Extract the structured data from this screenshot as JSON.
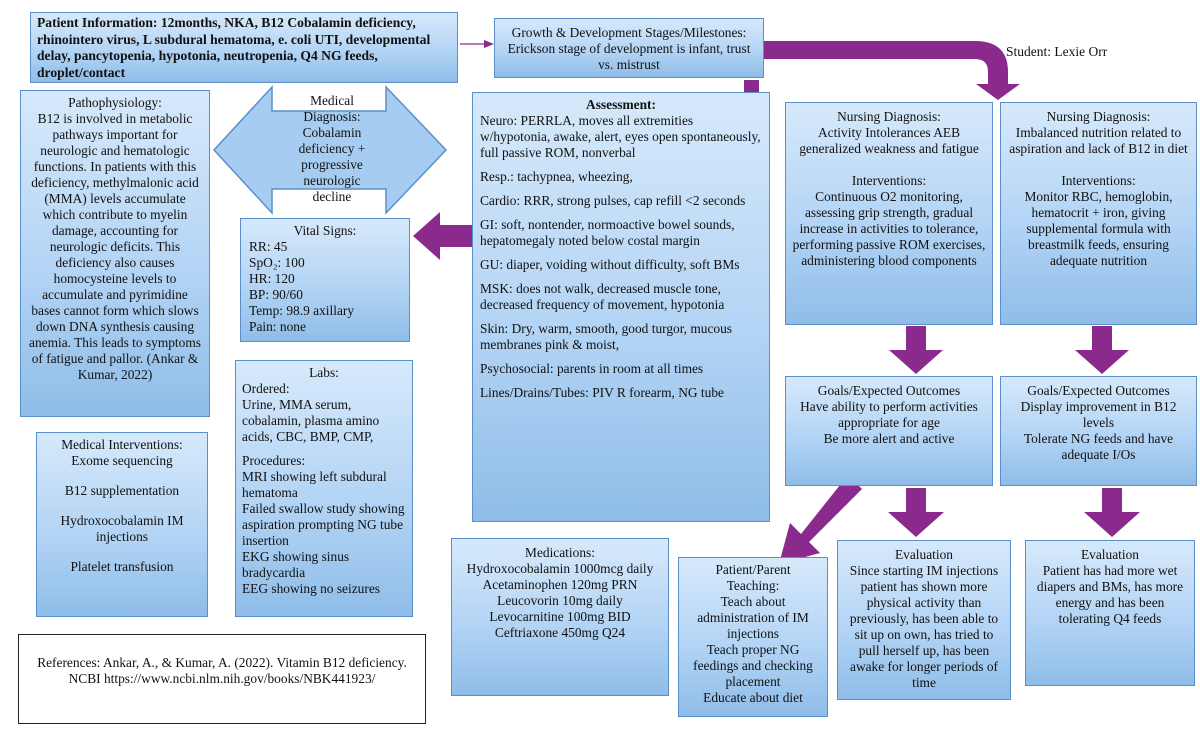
{
  "patient_info": "Patient Information: 12months, NKA, B12 Cobalamin deficiency, rhinointero virus, L subdural hematoma, e. coli UTI, developmental delay, pancytopenia, hypotonia, neutropenia, Q4 NG feeds, droplet/contact",
  "growth": {
    "title": "Growth & Development Stages/Milestones:",
    "text": "Erickson stage of development is infant, trust vs. mistrust"
  },
  "student": "Student: Lexie Orr",
  "pathophysiology": {
    "title": "Pathophysiology:",
    "text": "B12 is involved in metabolic pathways important for neurologic and hematologic functions. In patients with this deficiency, methylmalonic acid (MMA) levels accumulate which contribute to myelin damage, accounting for neurologic deficits. This deficiency also causes homocysteine levels to accumulate and pyrimidine bases cannot form which slows down DNA synthesis causing anemia. This leads to symptoms of fatigue and pallor. (Ankar & Kumar, 2022)"
  },
  "medical_diagnosis": "Medical Diagnosis: Cobalamin deficiency + progressive neurologic decline",
  "vital_signs": {
    "title": "Vital Signs:",
    "items": [
      "RR: 45",
      "SpO₂: 100",
      "HR: 120",
      "BP: 90/60",
      "Temp: 98.9 axillary",
      "Pain: none"
    ]
  },
  "labs": {
    "title": "Labs:",
    "ordered_label": "Ordered:",
    "ordered": "Urine, MMA serum, cobalamin, plasma amino acids, CBC, BMP, CMP,",
    "procedures_label": "Procedures:",
    "procedures": [
      "MRI showing left subdural hematoma",
      "Failed swallow study showing aspiration prompting NG tube insertion",
      "EKG showing sinus bradycardia",
      "EEG showing no seizures"
    ]
  },
  "medical_interventions": {
    "title": "Medical Interventions:",
    "items": [
      "Exome sequencing",
      "B12 supplementation",
      "Hydroxocobalamin IM injections",
      "Platelet transfusion"
    ]
  },
  "references": "References: Ankar, A., & Kumar, A. (2022). Vitamin B12 deficiency. NCBI https://www.ncbi.nlm.nih.gov/books/NBK441923/",
  "assessment": {
    "title": "Assessment:",
    "items": [
      "Neuro: PERRLA, moves all extremities w/hypotonia, awake, alert, eyes open spontaneously, full passive ROM, nonverbal",
      "Resp.: tachypnea, wheezing,",
      "Cardio: RRR, strong pulses, cap refill <2 seconds",
      "GI: soft, nontender, normoactive bowel sounds, hepatomegaly noted below costal margin",
      "GU: diaper, voiding without difficulty, soft BMs",
      "MSK: does not walk, decreased muscle tone, decreased frequency of movement, hypotonia",
      "Skin: Dry, warm, smooth, good turgor, mucous membranes pink & moist,",
      "Psychosocial: parents in room at all times",
      "Lines/Drains/Tubes: PIV R forearm, NG tube"
    ]
  },
  "medications": {
    "title": "Medications:",
    "items": [
      "Hydroxocobalamin 1000mcg daily",
      "Acetaminophen 120mg PRN",
      "Leucovorin 10mg daily",
      "Levocarnitine 100mg BID",
      "Ceftriaxone 450mg Q24"
    ]
  },
  "teaching": {
    "title": "Patient/Parent Teaching:",
    "items": [
      "Teach about administration of IM injections",
      "Teach proper NG feedings and checking placement",
      "Educate about diet"
    ]
  },
  "nd1": {
    "title": "Nursing Diagnosis:",
    "text": "Activity Intolerances AEB generalized weakness and fatigue",
    "interventions_label": "Interventions:",
    "interventions": "Continuous O2 monitoring, assessing grip strength, gradual increase in activities to tolerance, performing passive ROM exercises, administering blood components"
  },
  "nd2": {
    "title": "Nursing Diagnosis:",
    "text": "Imbalanced nutrition related to aspiration and lack of B12 in diet",
    "interventions_label": "Interventions:",
    "interventions": "Monitor RBC, hemoglobin, hematocrit + iron, giving supplemental formula with breastmilk feeds, ensuring adequate nutrition"
  },
  "goals1": {
    "title": "Goals/Expected Outcomes",
    "items": [
      "Have ability to perform activities appropriate for age",
      "Be more alert and active"
    ]
  },
  "goals2": {
    "title": "Goals/Expected Outcomes",
    "items": [
      "Display improvement in B12 levels",
      "Tolerate NG feeds and have adequate I/Os"
    ]
  },
  "eval1": {
    "title": "Evaluation",
    "text": "Since starting IM injections patient has shown more physical activity than previously, has been able to sit up on own, has tried to pull herself up, has been awake for longer periods of time"
  },
  "eval2": {
    "title": "Evaluation",
    "text": "Patient has had more wet diapers and BMs, has more energy and has been tolerating Q4 feeds"
  },
  "colors": {
    "box_fill_top": "#d6e9fb",
    "box_fill_bottom": "#8fbde8",
    "box_border": "#5b8fc9",
    "arrow": "#8a2a8c"
  }
}
